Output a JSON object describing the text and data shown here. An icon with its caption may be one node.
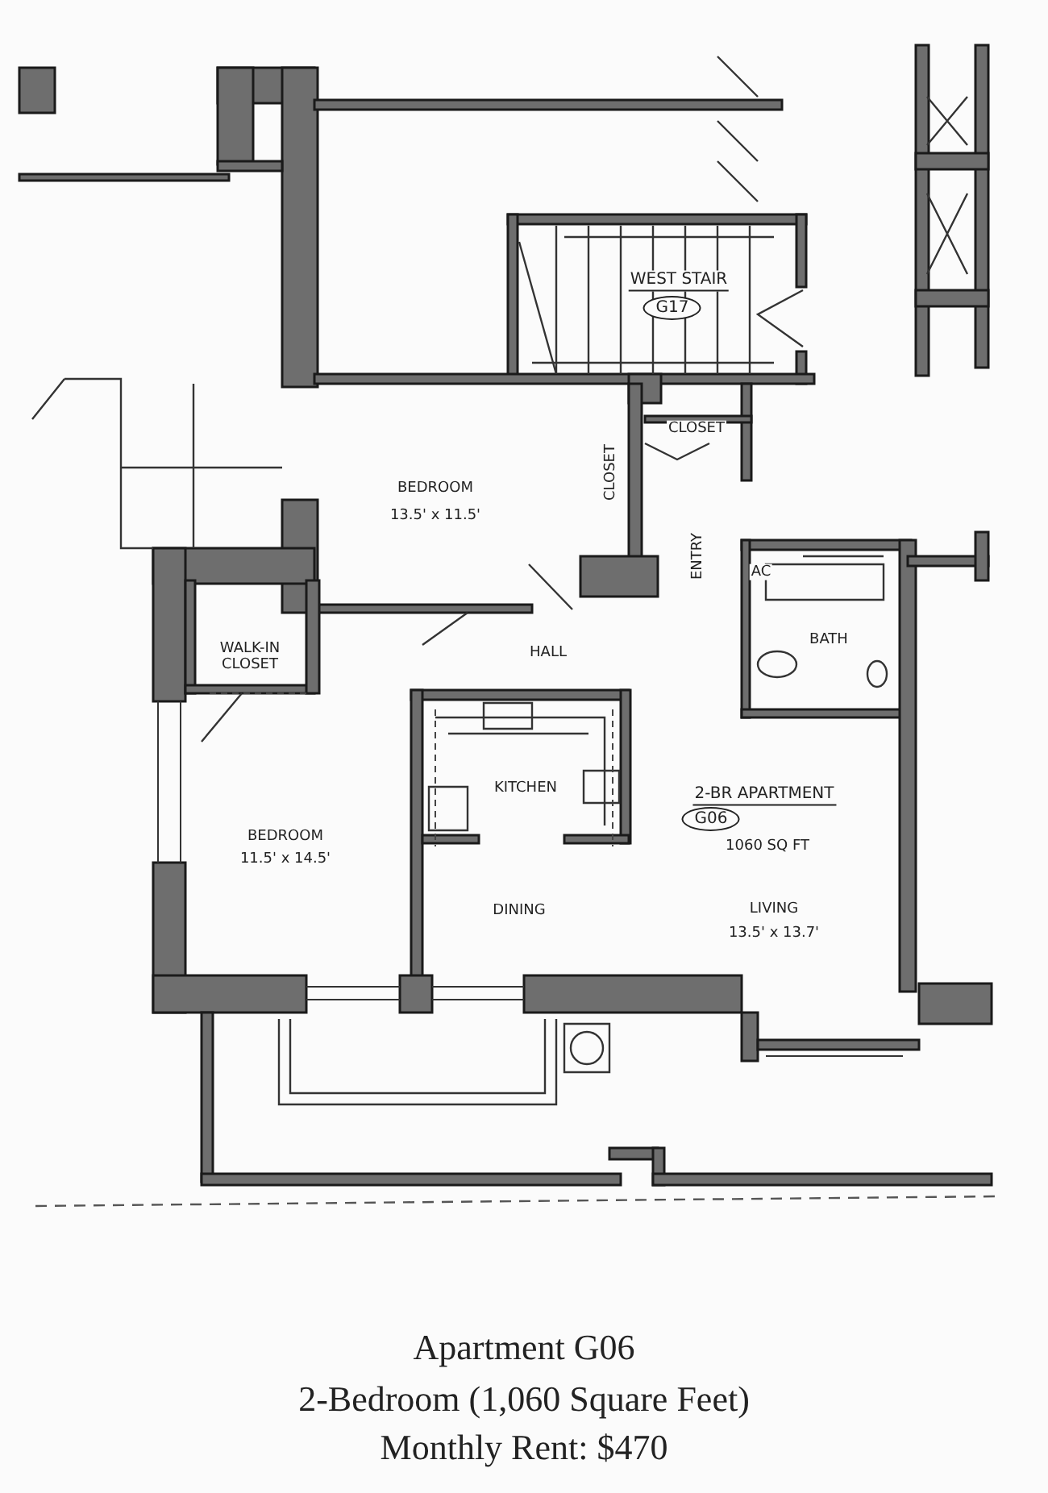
{
  "diagram": {
    "nodes": [
      {
        "text": [
          "G17"
        ]
      },
      {
        "text": [
          "G06"
        ]
      }
    ],
    "labels": [
      "WEST STAIR",
      "CLOSET",
      "BEDROOM",
      "13.5' x 11.5'",
      "CLOSET",
      "ENTRY",
      "AC",
      "BATH",
      "WALK-IN CLOSET",
      "HALL",
      "KITCHEN",
      "2-BR APARTMENT",
      "1060 SQ FT",
      "BEDROOM",
      "11.5' x 14.5'",
      "DINING",
      "LIVING",
      "13.5' x 13.7'",
      "Apartment G06",
      "2-Bedroom (1,060 Square Feet)",
      "Monthly Rent: $470"
    ]
  }
}
